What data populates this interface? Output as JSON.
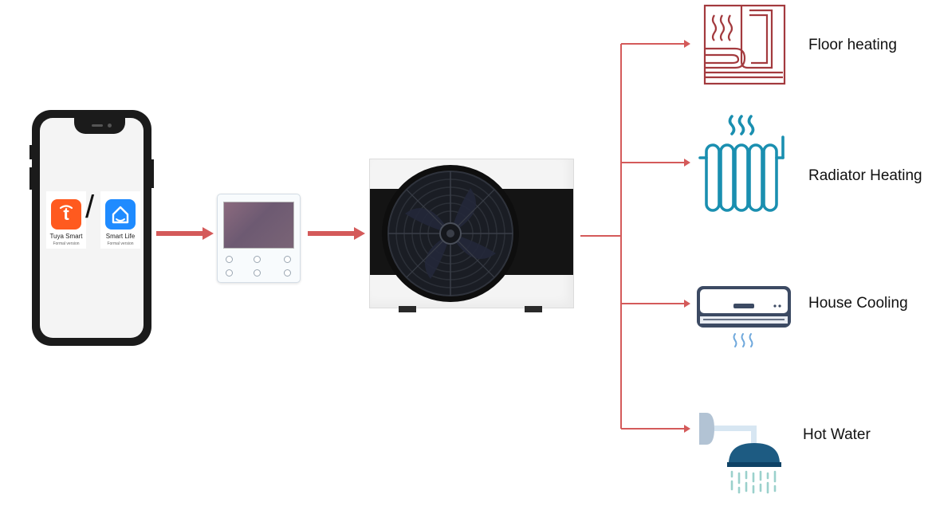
{
  "phone": {
    "apps": [
      {
        "name": "Tuya Smart",
        "subtitle": "Formal version",
        "color": "#ff5a1f"
      },
      {
        "name": "Smart Life",
        "subtitle": "Formal version",
        "color": "#1f8bff"
      }
    ],
    "separator": "/"
  },
  "outputs": [
    {
      "label": "Floor heating",
      "icon": "floor-heating-icon",
      "color": "#a33a3e"
    },
    {
      "label": "Radiator Heating",
      "icon": "radiator-icon",
      "color": "#1a8fb0"
    },
    {
      "label": "House Cooling",
      "icon": "air-conditioner-icon",
      "color": "#3c4a63"
    },
    {
      "label": "Hot Water",
      "icon": "shower-icon",
      "color": "#1d5b82"
    }
  ],
  "colors": {
    "arrow": "#d45a5a",
    "connector": "#d45a5a",
    "phone_frame": "#1b1b1b",
    "heat_pump_band": "#141414"
  }
}
